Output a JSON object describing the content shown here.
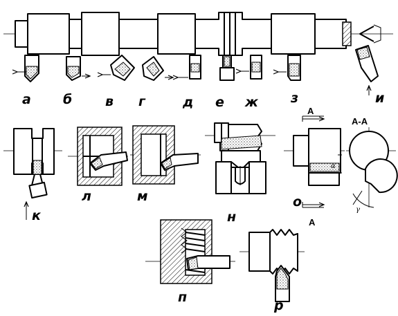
{
  "labels": {
    "a": "а",
    "b": "б",
    "v": "в",
    "g": "г",
    "d": "д",
    "e": "е",
    "zh": "ж",
    "z": "з",
    "i": "и",
    "k": "к",
    "l": "л",
    "m": "м",
    "n": "н",
    "o": "о",
    "p": "п",
    "r": "р"
  },
  "section": {
    "mark_top": "А",
    "mark_bottom": "А",
    "title": "А-А"
  },
  "angles": {
    "alpha": "α",
    "gamma": "γ"
  }
}
